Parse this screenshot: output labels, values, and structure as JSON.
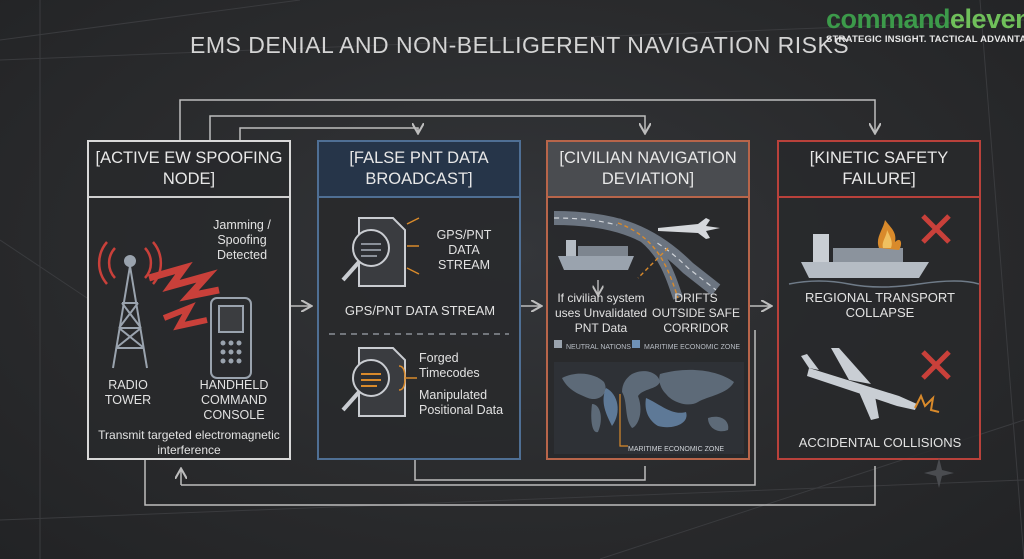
{
  "title": "EMS DENIAL AND NON-BELLIGERENT NAVIGATION RISKS",
  "brand": {
    "name_part1": "command",
    "name_part2": "eleven",
    "tagline": "STRATEGIC INSIGHT. TACTICAL ADVANTAGE."
  },
  "panels": [
    {
      "heading": "[ACTIVE EW SPOOFING NODE]",
      "alert": "Jamming / Spoofing Detected",
      "tower_label": "RADIO TOWER",
      "console_label": "HANDHELD COMMAND CONSOLE",
      "caption": "Transmit targeted electromagnetic interference"
    },
    {
      "heading": "[FALSE PNT DATA BROADCAST]",
      "stream_label": "GPS/PNT DATA STREAM",
      "stream_caption": "GPS/PNT DATA STREAM",
      "forged_label": "Forged Timecodes",
      "manip_label": "Manipulated Positional Data"
    },
    {
      "heading": "[CIVILIAN NAVIGATION DEVIATION]",
      "condition_label": "If civilian system uses Unvalidated PNT Data",
      "drift_label": "DRIFTS OUTSIDE SAFE CORRIDOR",
      "legend_neutral": "NEUTRAL NATIONS",
      "legend_maritime": "MARITIME ECONOMIC ZONE",
      "map_label": "MARITIME ECONOMIC ZONE"
    },
    {
      "heading": "[KINETIC SAFETY FAILURE]",
      "transport_label": "REGIONAL TRANSPORT COLLAPSE",
      "collision_label": "ACCIDENTAL COLLISIONS"
    }
  ],
  "colors": {
    "background": "#2a2b2d",
    "accent_red": "#c9403a",
    "accent_orange": "#d98a2b",
    "accent_blue": "#4f6f94",
    "logo_green": "#3c9a4a"
  }
}
